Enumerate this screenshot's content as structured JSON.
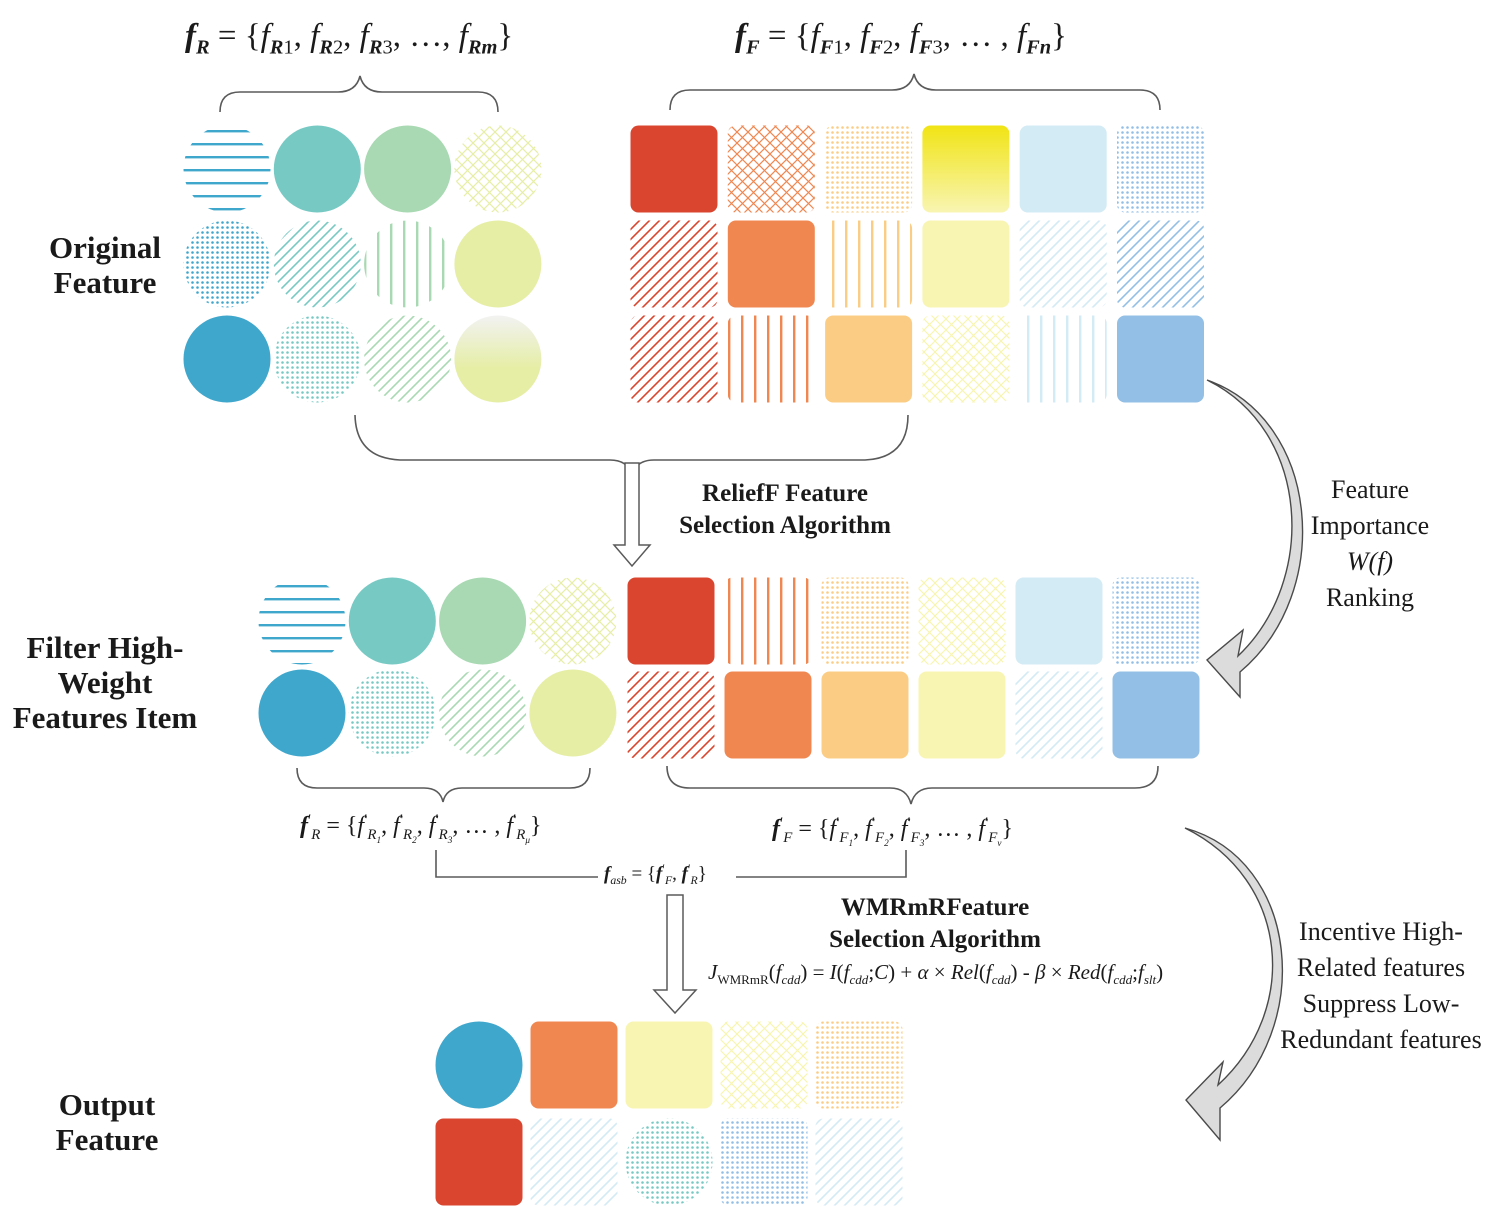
{
  "stages": {
    "original": "Original Feature",
    "filter": "Filter High-Weight Features Item",
    "output": "Output Feature"
  },
  "algorithms": {
    "relieff": "ReliefF Feature Selection Algorithm",
    "wmrmr": "WMRmRFeature Selection Algorithm"
  },
  "side_notes": {
    "ranking": [
      "Feature",
      "Importance",
      "W(f)",
      "Ranking"
    ],
    "incentive": [
      "Incentive High-",
      "Related features",
      "Suppress Low-",
      "Redundant features"
    ]
  },
  "formulas": {
    "fR": "fR = {fR1, fR2, fR3, …, fRm}",
    "fF": "fF = {fF1, fF2, fF3, … , fFn}",
    "fR_prime": "f'R = {f'R1, f'R2, f'R3, … , f'Rμ}",
    "fF_prime": "f'F = {f'F1, f'F2, f'F3, … , f'Fv}",
    "fasb": "fasb = {f'F, f'R}",
    "jwmrmr": "JWMRmR(fcdd) = I(fcdd;C) + α × Rel(fcdd) - β × Red(fcdd;fslt)"
  },
  "colors": {
    "blue": "#3fa6cc",
    "teal": "#77c9c4",
    "green": "#a8d9b2",
    "yellow_green": "#e6eea6",
    "red": "#d9452e",
    "orange": "#f08751",
    "peach": "#fbcd84",
    "pale_yellow": "#f8f5b3",
    "bright_yellow": "#f1e414",
    "light_blue": "#d3ebf4",
    "mid_blue": "#93bfe6",
    "arrow_gray": "#dcdcdc"
  },
  "tiles": {
    "original_r": [
      {
        "shape": "circle",
        "fill": "hlines",
        "color": "blue"
      },
      {
        "shape": "circle",
        "fill": "solid",
        "color": "teal"
      },
      {
        "shape": "circle",
        "fill": "solid",
        "color": "green"
      },
      {
        "shape": "circle",
        "fill": "cross",
        "color": "yellow_green"
      },
      {
        "shape": "circle",
        "fill": "dots",
        "color": "blue"
      },
      {
        "shape": "circle",
        "fill": "diag",
        "color": "teal"
      },
      {
        "shape": "circle",
        "fill": "vlines",
        "color": "green"
      },
      {
        "shape": "circle",
        "fill": "solid",
        "color": "yellow_green"
      },
      {
        "shape": "circle",
        "fill": "solid",
        "color": "blue"
      },
      {
        "shape": "circle",
        "fill": "dots",
        "color": "teal"
      },
      {
        "shape": "circle",
        "fill": "diag",
        "color": "green"
      },
      {
        "shape": "circle",
        "fill": "fade",
        "color": "yellow_green"
      }
    ],
    "original_f": [
      {
        "shape": "square",
        "fill": "solid",
        "color": "red"
      },
      {
        "shape": "square",
        "fill": "cross",
        "color": "orange"
      },
      {
        "shape": "square",
        "fill": "dots",
        "color": "peach"
      },
      {
        "shape": "square",
        "fill": "gradient",
        "color": "bright_yellow"
      },
      {
        "shape": "square",
        "fill": "solid",
        "color": "light_blue"
      },
      {
        "shape": "square",
        "fill": "dots",
        "color": "mid_blue"
      },
      {
        "shape": "square",
        "fill": "diag",
        "color": "red"
      },
      {
        "shape": "square",
        "fill": "solid",
        "color": "orange"
      },
      {
        "shape": "square",
        "fill": "vlines",
        "color": "peach"
      },
      {
        "shape": "square",
        "fill": "solid",
        "color": "pale_yellow"
      },
      {
        "shape": "square",
        "fill": "diag",
        "color": "light_blue"
      },
      {
        "shape": "square",
        "fill": "diag",
        "color": "mid_blue"
      },
      {
        "shape": "square",
        "fill": "diag",
        "color": "red"
      },
      {
        "shape": "square",
        "fill": "vlines",
        "color": "orange"
      },
      {
        "shape": "square",
        "fill": "solid",
        "color": "peach"
      },
      {
        "shape": "square",
        "fill": "cross",
        "color": "pale_yellow"
      },
      {
        "shape": "square",
        "fill": "vlines",
        "color": "light_blue"
      },
      {
        "shape": "square",
        "fill": "solid",
        "color": "mid_blue"
      }
    ],
    "filter_r": [
      {
        "shape": "circle",
        "fill": "hlines",
        "color": "blue"
      },
      {
        "shape": "circle",
        "fill": "solid",
        "color": "teal"
      },
      {
        "shape": "circle",
        "fill": "solid",
        "color": "green"
      },
      {
        "shape": "circle",
        "fill": "cross",
        "color": "yellow_green"
      },
      {
        "shape": "circle",
        "fill": "solid",
        "color": "blue"
      },
      {
        "shape": "circle",
        "fill": "dots",
        "color": "teal"
      },
      {
        "shape": "circle",
        "fill": "diag",
        "color": "green"
      },
      {
        "shape": "circle",
        "fill": "solid",
        "color": "yellow_green"
      }
    ],
    "filter_f": [
      {
        "shape": "square",
        "fill": "solid",
        "color": "red"
      },
      {
        "shape": "square",
        "fill": "vlines",
        "color": "orange"
      },
      {
        "shape": "square",
        "fill": "dots",
        "color": "peach"
      },
      {
        "shape": "square",
        "fill": "cross",
        "color": "pale_yellow"
      },
      {
        "shape": "square",
        "fill": "solid",
        "color": "light_blue"
      },
      {
        "shape": "square",
        "fill": "dots",
        "color": "mid_blue"
      },
      {
        "shape": "square",
        "fill": "diag",
        "color": "red"
      },
      {
        "shape": "square",
        "fill": "solid",
        "color": "orange"
      },
      {
        "shape": "square",
        "fill": "solid",
        "color": "peach"
      },
      {
        "shape": "square",
        "fill": "solid",
        "color": "pale_yellow"
      },
      {
        "shape": "square",
        "fill": "diag",
        "color": "light_blue"
      },
      {
        "shape": "square",
        "fill": "solid",
        "color": "mid_blue"
      }
    ],
    "output": [
      {
        "shape": "circle",
        "fill": "solid",
        "color": "blue"
      },
      {
        "shape": "square",
        "fill": "solid",
        "color": "orange"
      },
      {
        "shape": "square",
        "fill": "solid",
        "color": "pale_yellow"
      },
      {
        "shape": "square",
        "fill": "cross",
        "color": "pale_yellow"
      },
      {
        "shape": "square",
        "fill": "dots",
        "color": "peach"
      },
      {
        "shape": "square",
        "fill": "solid",
        "color": "red"
      },
      {
        "shape": "square",
        "fill": "diag",
        "color": "light_blue"
      },
      {
        "shape": "circle",
        "fill": "dots",
        "color": "teal"
      },
      {
        "shape": "square",
        "fill": "dots",
        "color": "mid_blue"
      },
      {
        "shape": "square",
        "fill": "diag",
        "color": "light_blue"
      }
    ]
  }
}
